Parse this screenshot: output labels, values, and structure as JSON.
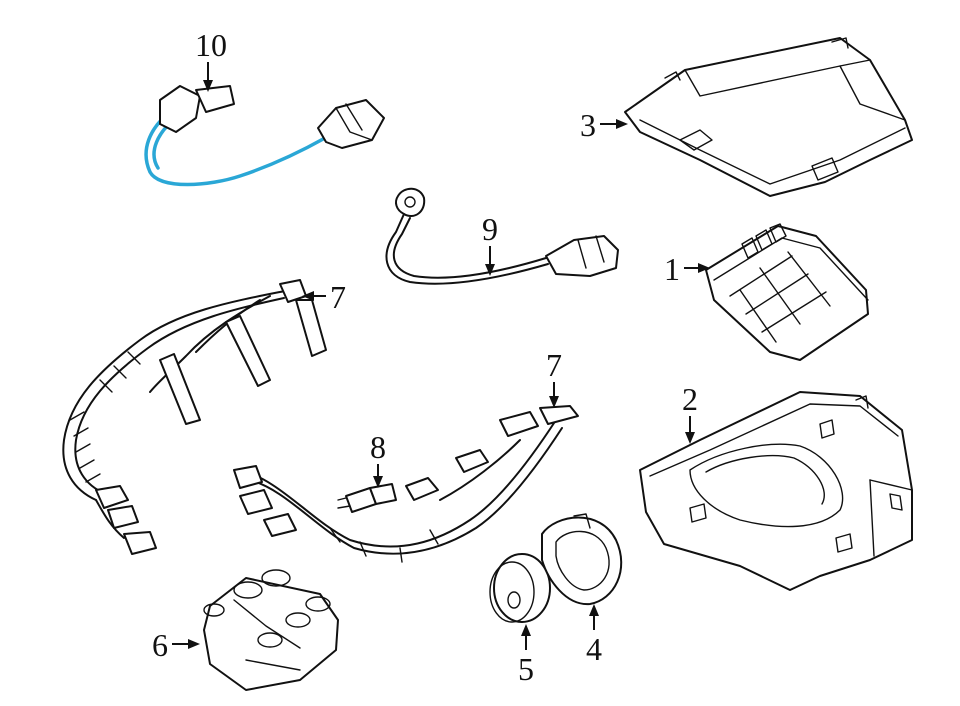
{
  "callouts": {
    "c1": "1",
    "c2": "2",
    "c3": "3",
    "c4": "4",
    "c5": "5",
    "c6": "6",
    "c7a": "7",
    "c7b": "7",
    "c8": "8",
    "c9": "9",
    "c10": "10"
  },
  "colors": {
    "highlight": "#2aa7d6",
    "line": "#111111",
    "background": "#ffffff"
  }
}
